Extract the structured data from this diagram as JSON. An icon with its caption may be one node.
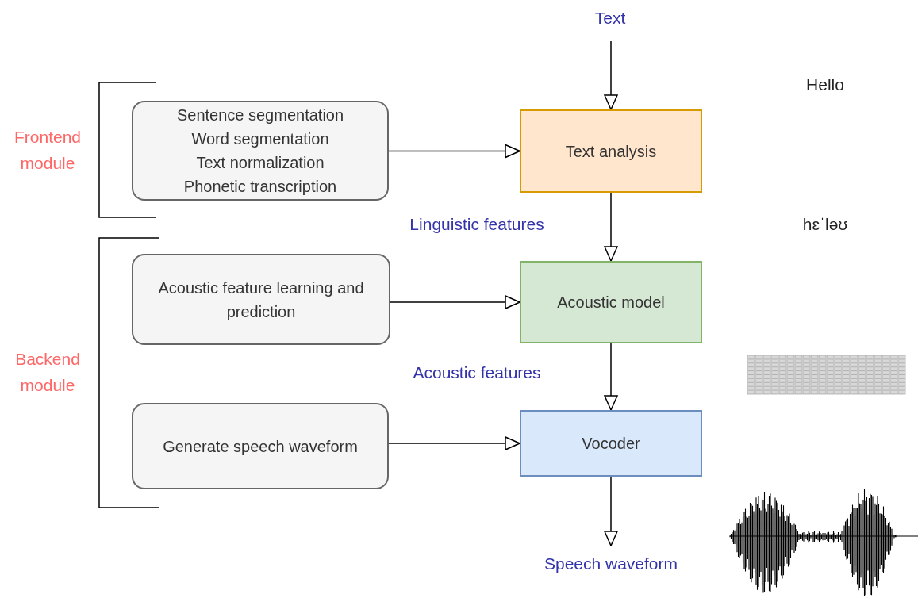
{
  "diagram": {
    "nodes": [
      {
        "text": [
          "Text"
        ]
      },
      {
        "text": [
          "Text analysis"
        ]
      },
      {
        "text": [
          "Acoustic model"
        ]
      },
      {
        "text": [
          "Vocoder"
        ]
      },
      {
        "text": [
          "Speech waveform"
        ]
      },
      {
        "text": [
          "Sentence segmentation",
          "Word segmentation",
          "Text normalization",
          "Phonetic transcription"
        ]
      },
      {
        "text": [
          "Acoustic feature learning and prediction"
        ]
      },
      {
        "text": [
          "Generate speech waveform"
        ]
      }
    ],
    "edges": [
      {
        "from": 0,
        "to": 1,
        "arrow": "to"
      },
      {
        "from": 1,
        "to": 2,
        "arrow": "to",
        "label": "Linguistic features"
      },
      {
        "from": 2,
        "to": 3,
        "arrow": "to",
        "label": "Acoustic features"
      },
      {
        "from": 3,
        "to": 4,
        "arrow": "to"
      },
      {
        "from": 5,
        "to": 1,
        "arrow": "to"
      },
      {
        "from": 6,
        "to": 2,
        "arrow": "to"
      },
      {
        "from": 7,
        "to": 3,
        "arrow": "to"
      }
    ],
    "labels": [
      "Frontend module",
      "Backend module",
      "Hello",
      "hɛˈləʊ"
    ]
  }
}
